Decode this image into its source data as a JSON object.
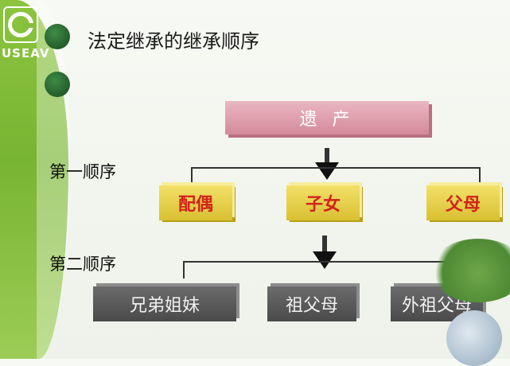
{
  "logo_text": "USEAV",
  "title": "法定继承的继承顺序",
  "estate": "遗 产",
  "first_order_label": "第一顺序",
  "second_order_label": "第二顺序",
  "first_order": [
    "配偶",
    "子女",
    "父母"
  ],
  "second_order": [
    "兄弟姐妹",
    "祖父母",
    "外祖父母"
  ],
  "colors": {
    "accent_green": "#83bf3b",
    "estate_pink": "#d8929f",
    "first_gold": "#e8d24a",
    "first_text_red": "#d0231a",
    "second_gray": "#555555"
  }
}
